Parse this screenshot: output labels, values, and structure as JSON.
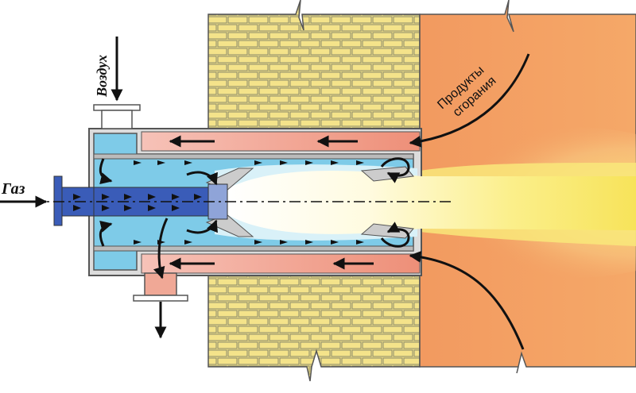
{
  "labels": {
    "gas": "Газ",
    "air": "Воздух",
    "products_line1": "Продукты",
    "products_line2": "сгорания"
  },
  "colors": {
    "brick": "#f4e38a",
    "mortar": "#8a8a6a",
    "furnace_dark": "#f0955c",
    "flame_core": "#ffffff",
    "flame_yellow": "#fbef7a",
    "air_channel": "#7ecbe8",
    "gas_pipe": "#3a5cb8",
    "flue_channel": "#f0a896",
    "outline": "#555555"
  }
}
